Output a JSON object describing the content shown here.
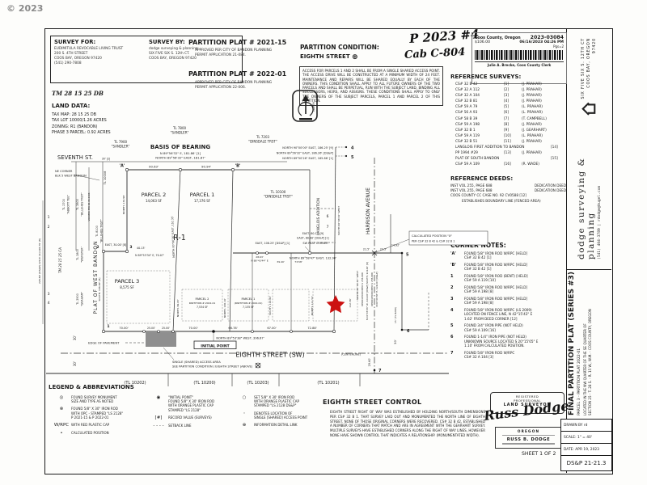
{
  "watermark": "© 2023",
  "recording": {
    "hand1": "P 2023 #4",
    "hand2": "Cab C-804",
    "county": "Coos County, Oregon",
    "doc": "2023-03084",
    "fee": "$106.00",
    "datetime": "06/16/2023 04:26 PM",
    "pages": "Pgs=2",
    "clerk": "Julie A. Brecke, Coos County Clerk"
  },
  "survey_for": {
    "title": "SURVEY FOR:",
    "l1": "EUDIMITULA REVOCABLE LIVING TRUST",
    "l2": "200 S. 4TH STREET",
    "l3": "COOS BAY, OREGON 97420",
    "l4": "(541) 290-7808"
  },
  "survey_by": {
    "title": "SURVEY BY:",
    "l1": "dodge surveying & planning",
    "l2": "SIX FIVE SIX S. 12th CT.",
    "l3": "COOS BAY, OREGON 97420"
  },
  "plat1": {
    "title": "PARTITION PLAT # 2021-15",
    "s1": "APPROVED PER CITY OF BANDON PLANNING",
    "s2": "PERMIT APPLICATION 21-084."
  },
  "plat2": {
    "title": "PARTITION PLAT # 2022-01",
    "s1": "APPROVED PER CITY OF BANDON PLANNING",
    "s2": "PERMIT APPLICATION 22-006."
  },
  "condition": {
    "title": "PARTITION CONDITION:",
    "street": "EIGHTH STREET",
    "sym": "⊕",
    "body": "ACCESS FOR PARCELS 1 AND 2 SHALL BE FROM A SINGLE SHARED ACCESS POINT. THE ACCESS DRIVE WILL BE CONSTRUCTED AT A MINIMUM WIDTH OF 24 FEET. MAINTENANCE AND REPAIRS WILL BE SHARED EQUALLY BY EACH OF THE OWNERS. THIS CONDITION SHALL APPLY TO ALL FUTURE OWNERS OF THE TWO PARCELS AND SHALL BE PERPETUAL, RUN WITH THE SUBJECT LAND, BINDING ALL SUCCESSORS, HEIRS, AND ASSIGNS. THESE CONDITIONS SHALL APPLY TO ONLY THE OWNERS OF THE SUBJECT PARCELS, PARCEL 1 AND PARCEL 2 OF THIS PARTITION."
  },
  "tm": "TM 28 15 25 DB",
  "land": {
    "title": "LAND DATA:",
    "l1": "TAX MAP: 28 15 25 DB",
    "l2": "TAX LOT 10000/1.26 ACRES",
    "l3": "ZONING: R1 (BANDON)",
    "l4": "PHASE 3 PARCEL: 0.92 ACRES"
  },
  "ref_surveys": {
    "title": "REFERENCE SURVEYS:",
    "rows": [
      [
        "CS# 32 B 42",
        "[1]",
        "(J. PRAHAR)"
      ],
      [
        "CS# 32 A 112",
        "[2]",
        "(J. PRAHAR)"
      ],
      [
        "CS# 32 A 104",
        "[3]",
        "(J. PRAHAR)"
      ],
      [
        "CS# 32 B 81",
        "[4]",
        "(J. PRAHAR)"
      ],
      [
        "CS# 59 A 79",
        "[5]",
        "(L. PRAHAR)"
      ],
      [
        "CS# 56 A 93",
        "[6]",
        "(L. PRAHAR)"
      ],
      [
        "CS# 58 B 39",
        "[7]",
        "(T. CAMPBELL)"
      ],
      [
        "CS# 59 A 198",
        "[8]",
        "(J. PRAHAR)"
      ],
      [
        "CS# 32 B 1",
        "[9]",
        "(J. GEARHART)"
      ],
      [
        "CS# 59 A 119",
        "[10]",
        "(L. PRAHAR)"
      ],
      [
        "CS# 32 B 51",
        "[11]",
        "(J. PRAHAR)"
      ],
      [
        "LANGLOIS FIRST ADDITION TO BANDON",
        "[14]",
        ""
      ],
      [
        "PP 1994 #29",
        "[13]",
        "(J. PRAHAR)"
      ],
      [
        "PLAT OF SOUTH BANDON",
        "[15]",
        ""
      ],
      [
        "CS# 59 A 109",
        "[16]",
        "(R. WADE)"
      ]
    ]
  },
  "ref_deeds": {
    "title": "REFERENCE DEEDS:",
    "r1l": "INST VOL 255, PAGE 688",
    "r1r": "DEDICATION DEED",
    "r2l": "INST VOL 255, PAGE 688",
    "r2r": "DEDICATION DEED",
    "r3": "COOS COUNTY CC CASE NO. 92 CV0588 [12]",
    "r4": "ESTABLISHES BOUNDARY LINE (FENCED AREA)"
  },
  "corner_notes": {
    "title": "CORNER NOTES:",
    "rows": [
      [
        "'A'",
        "FOUND 5/8\" IRON ROD W/RPC [HELD]\nCS# 32 B 42 [1]"
      ],
      [
        "'B'",
        "FOUND 5/8\" IRON ROD W/RPC [HELD]\nCS# 32 B 42 [1]"
      ],
      [
        "1",
        "FOUND 5/8\" IRON ROD (BENT) [HELD]\nCS# 59 A 119 [10]"
      ],
      [
        "2",
        "FOUND 5/8\" IRON ROD W/RPC [HELD]\nCS# 59 A 198 [8]"
      ],
      [
        "3",
        "FOUND 5/8\" IRON ROD W/RPC [HELD]\nCS# 59 A 198 [8]"
      ],
      [
        "4",
        "FOUND 5/8\" IRON ROD W/RPC (LS 2009)\nLOCATED ON FENCE LINE, N 42°15'43\" E\n1.62' FROM DEED CORNER [12]"
      ],
      [
        "5",
        "FOUND 3/4\" IRON PIPE (NOT HELD)\nCS# 59 A 109 [16]"
      ],
      [
        "6",
        "FOUND 1-1/4\" IRON PIPE (NOT HELD)\nUNKNOWN SOURCE LOCATED S 20°15'05\" E\n1.10' FROM CALCULATED POSITION."
      ],
      [
        "7",
        "FOUND 5/8\" IRON ROD W/RPC\nCS# 32 A 104 [3]"
      ]
    ]
  },
  "legend": {
    "title": "LEGEND & ABBREVIATIONS",
    "items": [
      {
        "s": "◎",
        "t": "FOUND SURVEY MONUMENT\nSIZE AND TYPE AS NOTED"
      },
      {
        "s": "⊗",
        "t": "FOUND 5/8\" X 30\" IRON ROD\nWITH OPC - STAMPED \"LS 2128\"\nP 2021-15 & P 2022-01"
      },
      {
        "s": "W/RPC",
        "t": "WITH RED PLASTIC CAP"
      },
      {
        "s": "•",
        "t": "CALCULATED POSITION"
      },
      {
        "s": "◉",
        "t": "\"INITIAL POINT\"\nFOUND 5/8\" X 30' IRON ROD\nWITH ORANGE PLASTIC CAP\nSTAMPED \"LS 2128\""
      },
      {
        "s": "[#]",
        "t": "RECORD VALUE (SURVEYS)"
      },
      {
        "s": "- - - -",
        "t": "SETBACK LINE"
      },
      {
        "s": "○",
        "t": "SET 5/8\" X 30' IRON ROD\nWITH ORANGE PLASTIC CAP\nSTAMPED \"LS 2128 DS&P\""
      },
      {
        "s": "◦",
        "t": "DENOTES LOCATION OF\nSINGLE [SHARED] ACCESS POINT"
      },
      {
        "s": "⊕",
        "t": "INFORMATION DETAIL LINK"
      }
    ]
  },
  "control": {
    "title": "EIGHTH STREET CONTROL",
    "body": "EIGHTH STREET RIGHT OF WAY WAS ESTABLISHED BY HOLDING NORTH/SOUTH DIMENSIONS PER CS# 32 B 1. THAT SURVEY LAID OUT AND MONUMENTED THE NORTH LINE OF EIGHTH STREET. NONE OF THOSE ORIGINAL CORNERS WERE RECOVERED. CS# 32 B 42, ESTABLISHED A NUMBER OF CORNERS THAT MATCH AND ARE IN AGREEMENT WITH THE GEARHART SURVEY. MULTIPLE SURVEYS HAVE ESTABLISHED CORNERS ALONG THE RIGHT OF WAY LINES, HOWEVER NONE HAVE SHOWN CONTROL THAT INDICATES A RELATIONSHIP. (MONUMENTATED WIDTH)."
  },
  "stamp": {
    "l1": "REGISTERED",
    "l2": "PROFESSIONAL",
    "l3": "LAND SURVEYOR",
    "sig": "Russ Dodge",
    "state": "OREGON",
    "name": "RUSS B. DODGE",
    "sheet": "SHEET 1 OF 2"
  },
  "titleblock": {
    "drawn": "DRAWN BY rd",
    "scale": "SCALE: 1\" = 40'",
    "date": "DATE: APR 19, 2023",
    "job": "DS&P 21-21.3",
    "main": "FINAL PARTITION PLAT (SERIES #3)",
    "sub1": "PARCEL 3 - PARTITION PLAT 2022-01",
    "sub2": "LOCATED IN THE NW QUARTER OF THE SE QUARTER OF",
    "sub3": "SECTION 25 - T. 28 S. - R. 15 W., W.M. - COOS COUNTY, OREGON"
  },
  "firm": {
    "name": "dodge surveying & planning",
    "contact": "(541) 404-3789 | rdodge@hugel.com",
    "addr1": "SIX FIVE SIX S. 12TH CT",
    "addr2": "COOS BAY, OREGON 97420"
  },
  "map": {
    "seventh": "SEVENTH ST.",
    "d30_2": "30' [2]",
    "tl7900a": "TL 7900",
    "tl7900b": "\"SANDLER\"",
    "tl7800a": "TL 7800",
    "tl7800b": "\"SANDLER\"",
    "tl7203a": "TL 7203",
    "tl7203b": "\"DINSDALE TRST\"",
    "basis": "BASIS OF BEARING",
    "basis1": "N 89°56'32\" E, 181.86' [1]",
    "basis2": "NORTH 89°56'32\" EAST, 181.87'",
    "cA": "'A'",
    "cB": "'B'",
    "d9063": "90.63'",
    "d9094": "90.94'",
    "e1": "NORTH 90°00'00\" EAST, 186.25' [9]",
    "e2": "NORTH 89°56'32\" EAST, 186.26' [DS&P]",
    "e3": "NORTH 89°50'26\" EAST, 185.86' [1]",
    "n4": "4",
    "n5": "5",
    "n5b": "5",
    "n6": "6",
    "n7": "7",
    "lot6": "6",
    "lot7": "7",
    "parcel2": "PARCEL 2",
    "parcel2sf": "14,063 SF",
    "parcel1": "PARCEL 1",
    "parcel1sf": "17,376 SF",
    "r1": "R-1",
    "tl10100a": "TL 10100",
    "tl10100b": "\"DINSDALE TRST\"",
    "langlois": "LANGLOIS ADDITION",
    "harrison": "HARRISON AVENUE",
    "nec1": "NE CORNER",
    "nec2": "BLK 5 WEST BANDON",
    "tl10008": "TL 10008",
    "tl2700a": "TL 2700",
    "tl2700b": "\"ABBOTT TEE\"",
    "tl2600a": "TL 2600",
    "tl2600b": "\"BILLEHUS TRST\"",
    "vacated": "VACATED PER 06-06-0406",
    "tl8100a": "TL 8100",
    "tl8100b": "\"BILLEHUS TRST\"",
    "tm28ca": "TM 28 15 25 CA",
    "tl2800a": "TL 2800",
    "tl2800b": "\"WURSTER\"",
    "tl2900a": "TL 2900",
    "tl2900b": "\"GRAHAM\"",
    "westbandon": "PLAT OF WEST BANDON",
    "dim228": "228.80' [DS&P]  229.6' [9]  228.79' [8]",
    "wlot1": "1",
    "wlot2": "2",
    "wlot3": "3",
    "wlot4": "4",
    "parcel3": "PARCEL 3",
    "parcel3sf": "8,575 SF",
    "c1": "1",
    "c2": "2",
    "c3": "3",
    "east30": "EAST, 30.00' [8]",
    "d4013": "40.13'",
    "n8953": "N 89°53'34\" E, 70.07'",
    "n13699": "NORTH, 136.99'",
    "s106": "SOUTH, 106.00' [8]",
    "diag": "NORTH 00°06'36\" EAST, 152.35'",
    "east10825": "EAST, 108.25' [DS&P] [1]",
    "east8014": "EAST, 80.14' [9]",
    "east8000": "EAST, 80.00' [DS&P] [1]",
    "swplat": "SW PLAT CORNER",
    "n8958": "NORTH 89°58'47\" EAST, 132.90'",
    "d2863": "28.63'",
    "n8843": "N 88°43'44\" E",
    "d3940": "39.40'",
    "d7358": "73.58'",
    "calc1": "CALCULATED POSITION \"X\"",
    "calc2": "PER CS# 32 B 42 & CS# 32 B 1",
    "d215": "21.5'",
    "d235": "23.5'",
    "d1492": "14.92'",
    "pp2a": "PARCEL 2",
    "pp2b": "PARTITION # 2022-01",
    "pp2c": "7,534 SF",
    "pp1a": "PARCEL 1",
    "pp1b": "(PARTITION # 2022-01)",
    "pp1c": "7,135 SF",
    "d70a": "70.00'",
    "d25a": "25.00'",
    "d25b": "25.00'",
    "d70b": "70.00'",
    "d6678": "66.78'",
    "d6700": "67.00'",
    "d7288": "72.88'",
    "s396": "NORTH 89°53'38\" WEST, 396.67'",
    "initial": "INITIAL POINT",
    "edge": "EDGE OF PAVEMENT",
    "eighth": "EIGHTH STREET (SW)",
    "cl": "(CENTERLINE)",
    "acc1": "SINGLE (SHARED) ACCESS AREA",
    "acc2": "SEE PARTITION CONDITION / EIGHTH STREET (ABOVE)",
    "tl10202": "(TL 10202)",
    "tl10200": "(TL 10200)",
    "tl10203": "(TL 10203)",
    "tl10201": "(TL 10201)",
    "d30a": "30'",
    "d30b": "30'",
    "d30c": "30'",
    "d2960": "29.60'",
    "tl8200": "15' (TL 8200)",
    "ded1": "DEDICATION DEED V 255-688",
    "ded2": "N 00°06'36\" W, 124.00' [DS&P]  SOUTH, 124.00' [9]",
    "ded3": "DEDICATION DEED V 255-688",
    "ded4": "N 00°06'36\" E, 124.00' [DS&P]",
    "s00066": "SOUTH 00°06'36\" WEST",
    "s00063": "SOUTH 00°06'30\" WEST",
    "vn1": "NORTH, 99.65'",
    "vn2": "NORTH, 100.10'",
    "vs1": "SOUTH, 110.84'",
    "vn3": "NORTH, 111.52'",
    "v112": "112.38'",
    "north_label": "NORTH"
  }
}
